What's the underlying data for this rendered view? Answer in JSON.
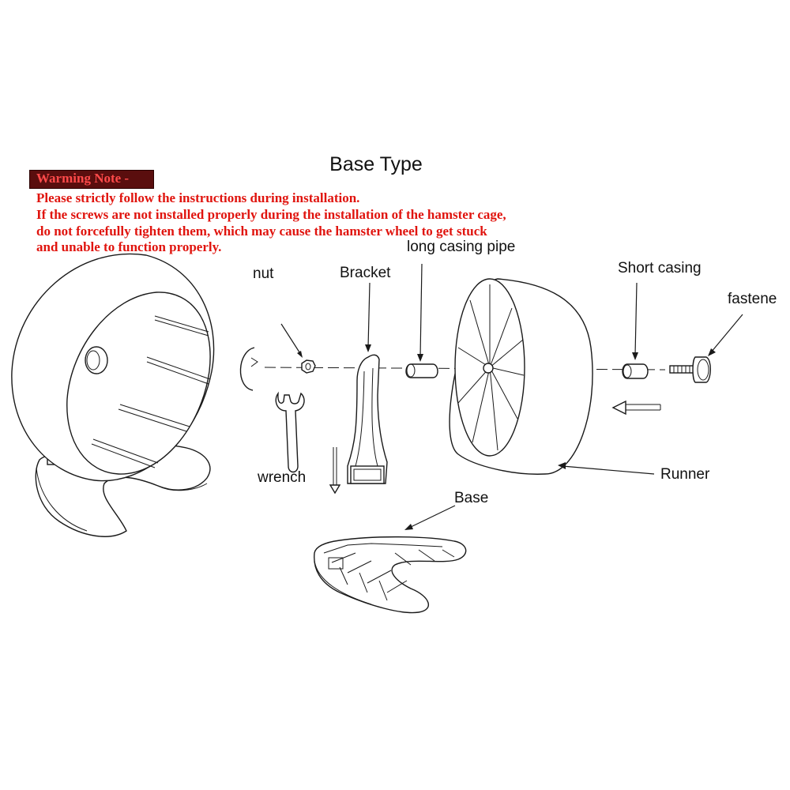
{
  "title": "Base Type",
  "warning": {
    "heading": "Warming Note -",
    "lines": [
      "Please strictly follow the instructions during installation.",
      "If the screws are not installed properly during the installation of the hamster cage,",
      "do not forcefully tighten them, which may cause the hamster wheel to get stuck",
      "and unable to function properly."
    ],
    "badge_color": "#5a0e0e",
    "heading_color": "#ff4a4a",
    "text_color": "#e0140e"
  },
  "labels": {
    "nut": "nut",
    "bracket": "Bracket",
    "long_casing_pipe": "long casing pipe",
    "short_casing": "Short casing",
    "fastener": "fastene",
    "wrench": "wrench",
    "runner": "Runner",
    "base": "Base"
  }
}
